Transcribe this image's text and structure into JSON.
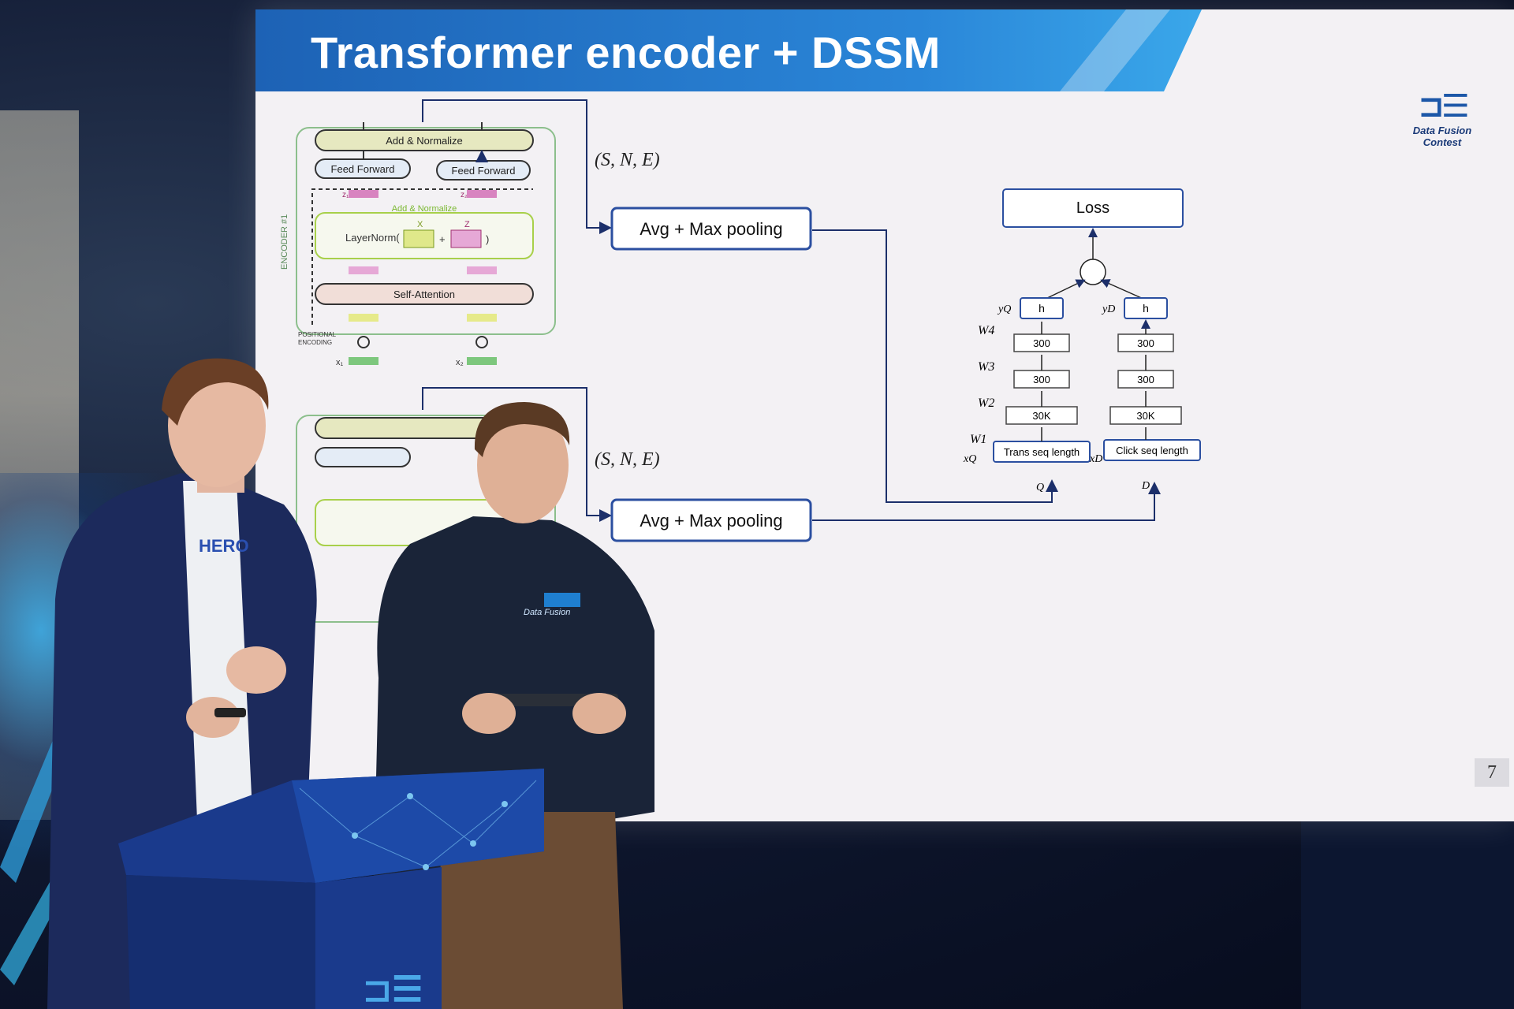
{
  "slide": {
    "title": "Transformer encoder + DSSM",
    "logo_line1": "Data Fusion",
    "logo_line2": "Contest",
    "page_number": "7",
    "encoder": {
      "add_normalize_top": "Add & Normalize",
      "feed_forward": "Feed Forward",
      "add_normalize_mid": "Add & Normalize",
      "layernorm": "LayerNorm(",
      "x_label": "X",
      "z_label": "Z",
      "self_attention": "Self-Attention",
      "positional_encoding_1": "POSITIONAL",
      "positional_encoding_2": "ENCODING",
      "side_label": "ENCODER #1",
      "z1": "z₁",
      "z2": "z₂",
      "x1": "x₁",
      "x2": "x₂"
    },
    "sne_top": "(S, N, E)",
    "sne_bottom": "(S, N, E)",
    "pooling_top": "Avg + Max pooling",
    "pooling_bottom": "Avg + Max pooling",
    "dssm": {
      "loss": "Loss",
      "h": "h",
      "l300": "300",
      "l30k": "30K",
      "yq": "yQ",
      "yd": "yD",
      "w4": "W4",
      "w3": "W3",
      "w2": "W2",
      "w1": "W1",
      "xq": "xQ",
      "xd": "xD",
      "q": "Q",
      "d": "D",
      "trans_seq": "Trans seq length",
      "click_seq": "Click seq length"
    }
  },
  "hoodie_text": "Data Fusion",
  "tshirt_text": "HERO",
  "colors": {
    "header_blue": "#1d62b5",
    "pool_border": "#2b4fa0",
    "encoder_green": "#7ab87a",
    "hoodie": "#1a2438",
    "jacket": "#1c2a5c"
  }
}
